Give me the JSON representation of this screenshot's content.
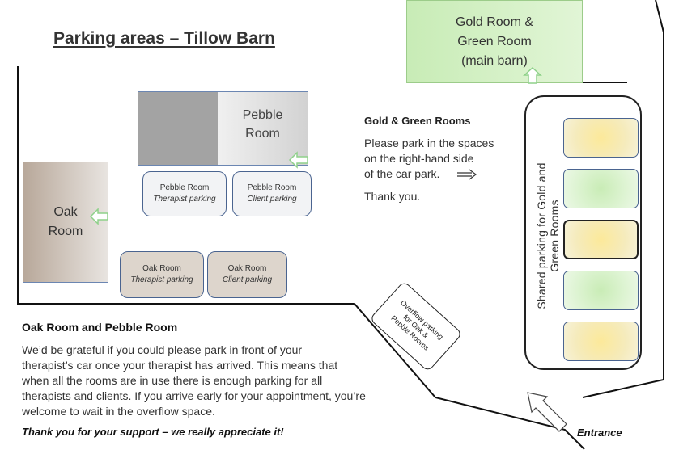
{
  "title": "Parking areas – Tillow Barn",
  "rooms": {
    "gold_green": [
      "Gold Room &",
      "Green Room",
      "(main barn)"
    ],
    "pebble": [
      "Pebble",
      "Room"
    ],
    "oak": [
      "Oak",
      "Room"
    ]
  },
  "bays": {
    "pebble_therapist": {
      "title": "Pebble Room",
      "sub": "Therapist parking"
    },
    "pebble_client": {
      "title": "Pebble Room",
      "sub": "Client parking"
    },
    "oak_therapist": {
      "title": "Oak Room",
      "sub": "Therapist parking"
    },
    "oak_client": {
      "title": "Oak Room",
      "sub": "Client parking"
    }
  },
  "shared_parking_label": "Shared parking for Gold and Green Rooms",
  "overflow": [
    "Overflow parking",
    "for Oak &",
    "Pebble Rooms"
  ],
  "gold_green_notice": {
    "heading": "Gold & Green Rooms",
    "lines": [
      "Please park in the spaces",
      "on the right-hand side",
      "of the car park."
    ],
    "thanks": "Thank you."
  },
  "oak_pebble_notice": {
    "heading": "Oak Room and Pebble Room",
    "lines": [
      "We’d be grateful if you could please park in front of your",
      "therapist’s car once your therapist has arrived. This means that",
      "when all the rooms are in use there is enough parking for all",
      "therapists and clients. If you arrive early for your appointment, you’re",
      "welcome to wait in the overflow space."
    ],
    "thanks": "Thank you for your support – we really appreciate it!"
  },
  "entrance": "Entrance",
  "colors": {
    "gold_space": "#fce99a",
    "green_space": "#c9ecb6",
    "bay_border": "#4a6490",
    "arrow_green": "#8fd18a"
  }
}
